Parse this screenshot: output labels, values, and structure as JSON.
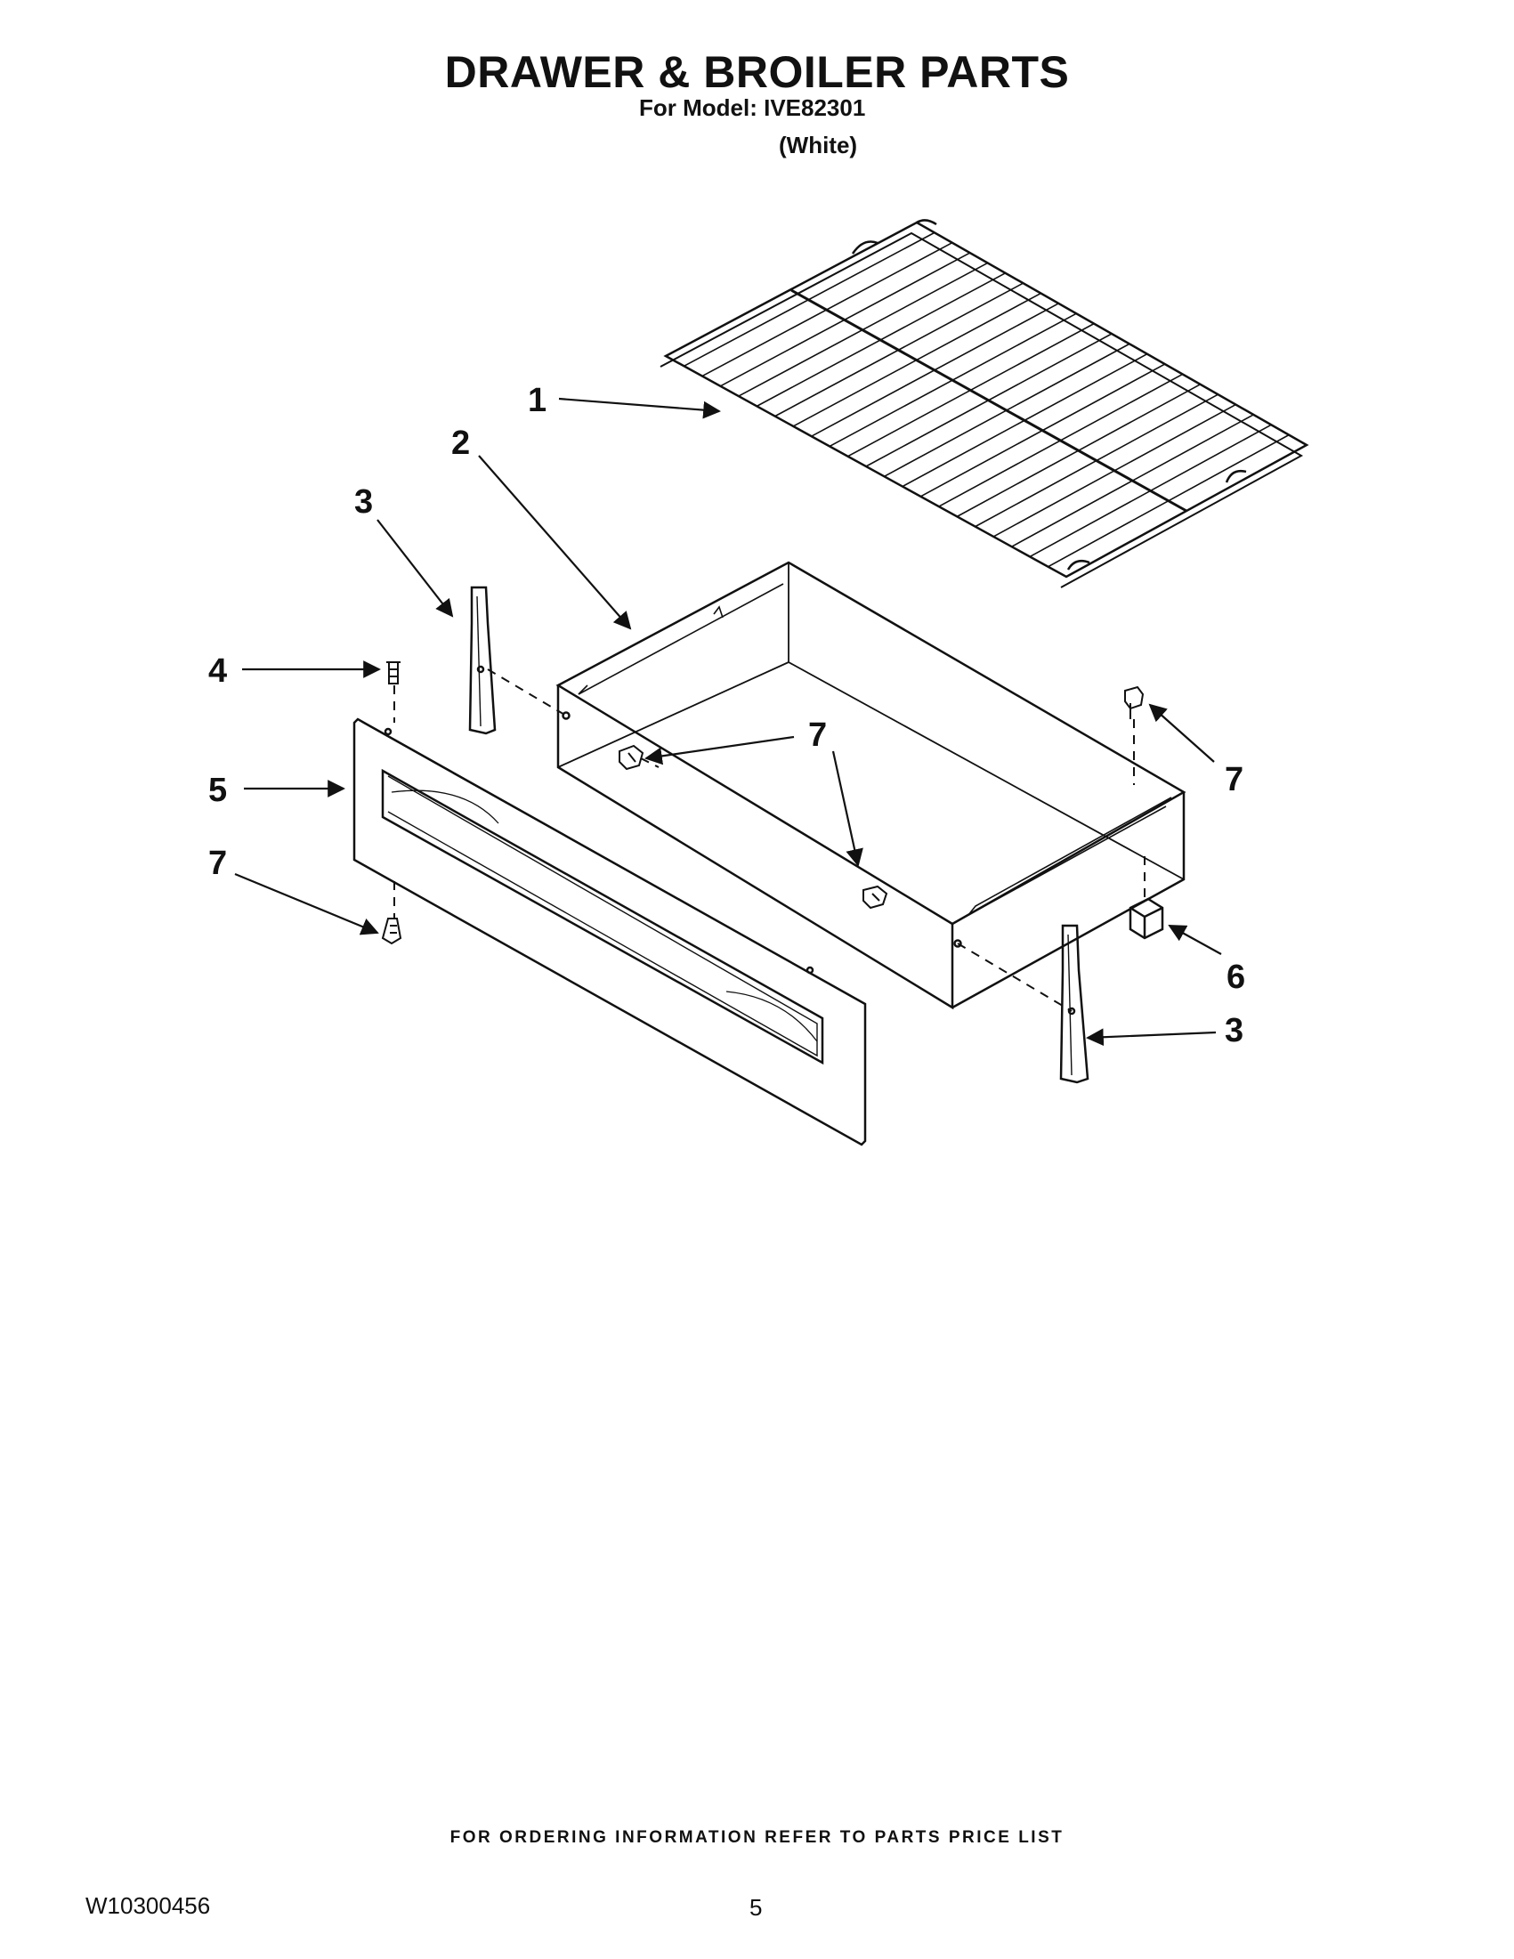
{
  "header": {
    "title": "DRAWER & BROILER PARTS",
    "model_line": "For Model: IVE82301",
    "variant": "(White)"
  },
  "diagram": {
    "callouts": [
      {
        "id": "c1",
        "label": "1"
      },
      {
        "id": "c2",
        "label": "2"
      },
      {
        "id": "c3a",
        "label": "3"
      },
      {
        "id": "c3b",
        "label": "3"
      },
      {
        "id": "c4",
        "label": "4"
      },
      {
        "id": "c5",
        "label": "5"
      },
      {
        "id": "c6",
        "label": "6"
      },
      {
        "id": "c7a",
        "label": "7"
      },
      {
        "id": "c7b",
        "label": "7"
      },
      {
        "id": "c7c",
        "label": "7"
      }
    ],
    "parts": [
      "broiler-rack",
      "drawer-body",
      "drawer-slide",
      "stud",
      "drawer-front-panel",
      "drawer-stop",
      "screw"
    ]
  },
  "footer": {
    "ordering_note": "FOR ORDERING INFORMATION REFER TO PARTS PRICE LIST",
    "document_number": "W10300456",
    "page_number": "5"
  }
}
